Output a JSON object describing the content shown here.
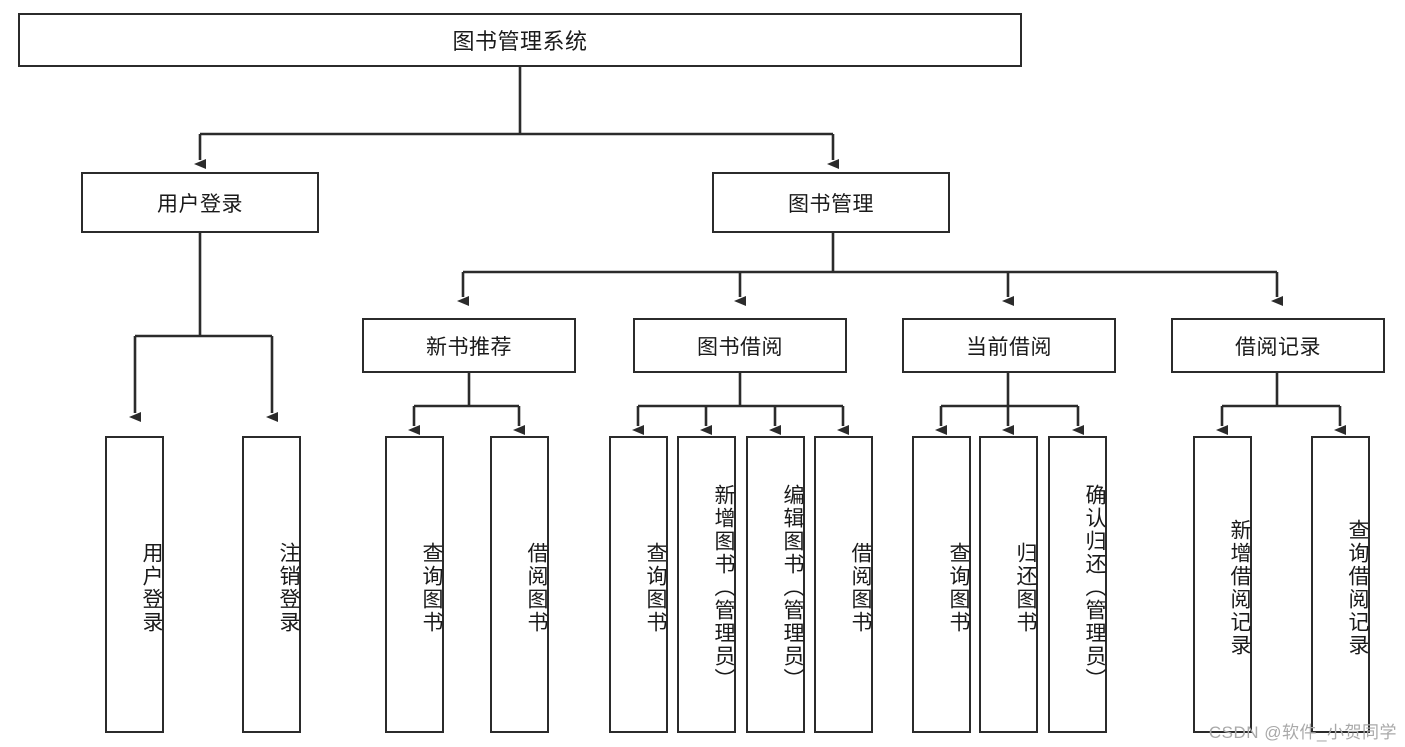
{
  "diagram": {
    "title": "图书管理系统",
    "root": {
      "label": "图书管理系统"
    },
    "level2": [
      {
        "label": "用户登录"
      },
      {
        "label": "图书管理"
      }
    ],
    "level3": [
      {
        "label": "新书推荐"
      },
      {
        "label": "图书借阅"
      },
      {
        "label": "当前借阅"
      },
      {
        "label": "借阅记录"
      }
    ],
    "leaves": {
      "user_login": [
        {
          "label": "用户登录"
        },
        {
          "label": "注销登录"
        }
      ],
      "new_book_recommend": [
        {
          "label": "查询图书"
        },
        {
          "label": "借阅图书"
        }
      ],
      "book_borrow": [
        {
          "label": "查询图书"
        },
        {
          "label": "新增图书（管理员）"
        },
        {
          "label": "编辑图书（管理员）"
        },
        {
          "label": "借阅图书"
        }
      ],
      "current_borrow": [
        {
          "label": "查询图书"
        },
        {
          "label": "归还图书"
        },
        {
          "label": "确认归还（管理员）"
        }
      ],
      "borrow_record": [
        {
          "label": "新增借阅记录"
        },
        {
          "label": "查询借阅记录"
        }
      ]
    }
  },
  "watermark": {
    "text": "CSDN @软件_小贺同学"
  },
  "colors": {
    "stroke": "#2b2b2b",
    "background": "#ffffff",
    "text": "#1a1a1a",
    "watermark": "#a9a9a9"
  }
}
